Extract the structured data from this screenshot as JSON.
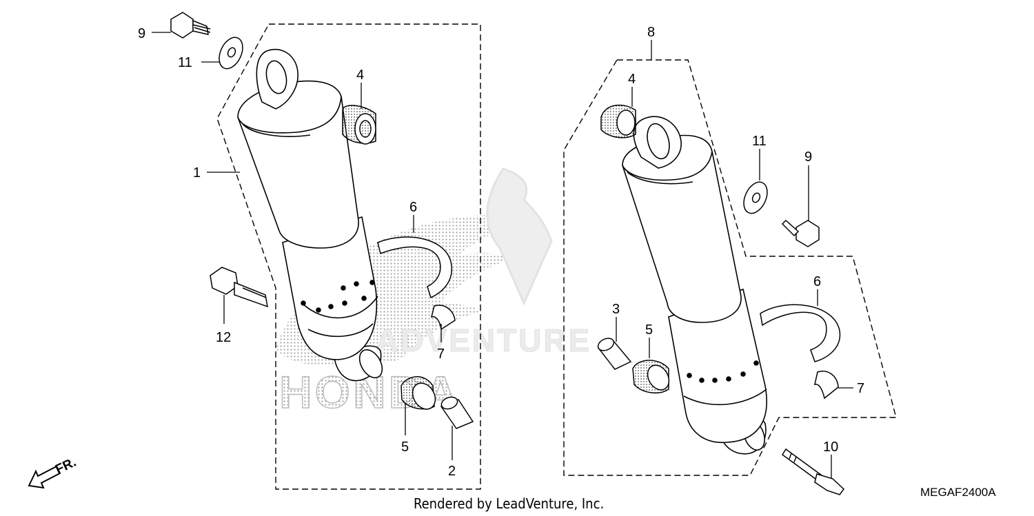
{
  "callouts": {
    "c1": "1",
    "c2": "2",
    "c3": "3",
    "c4a": "4",
    "c4b": "4",
    "c5a": "5",
    "c5b": "5",
    "c6a": "6",
    "c6b": "6",
    "c7a": "7",
    "c7b": "7",
    "c8": "8",
    "c9a": "9",
    "c9b": "9",
    "c10": "10",
    "c11a": "11",
    "c11b": "11",
    "c12": "12"
  },
  "direction_label": "FR.",
  "watermark": {
    "brand": "HONDA",
    "tagline": "ADVENTURE"
  },
  "footer_text": "Rendered by LeadVenture, Inc.",
  "diagram_code": "MEGAF2400A",
  "colors": {
    "line": "#000000",
    "watermark": "#c8c8c8"
  }
}
